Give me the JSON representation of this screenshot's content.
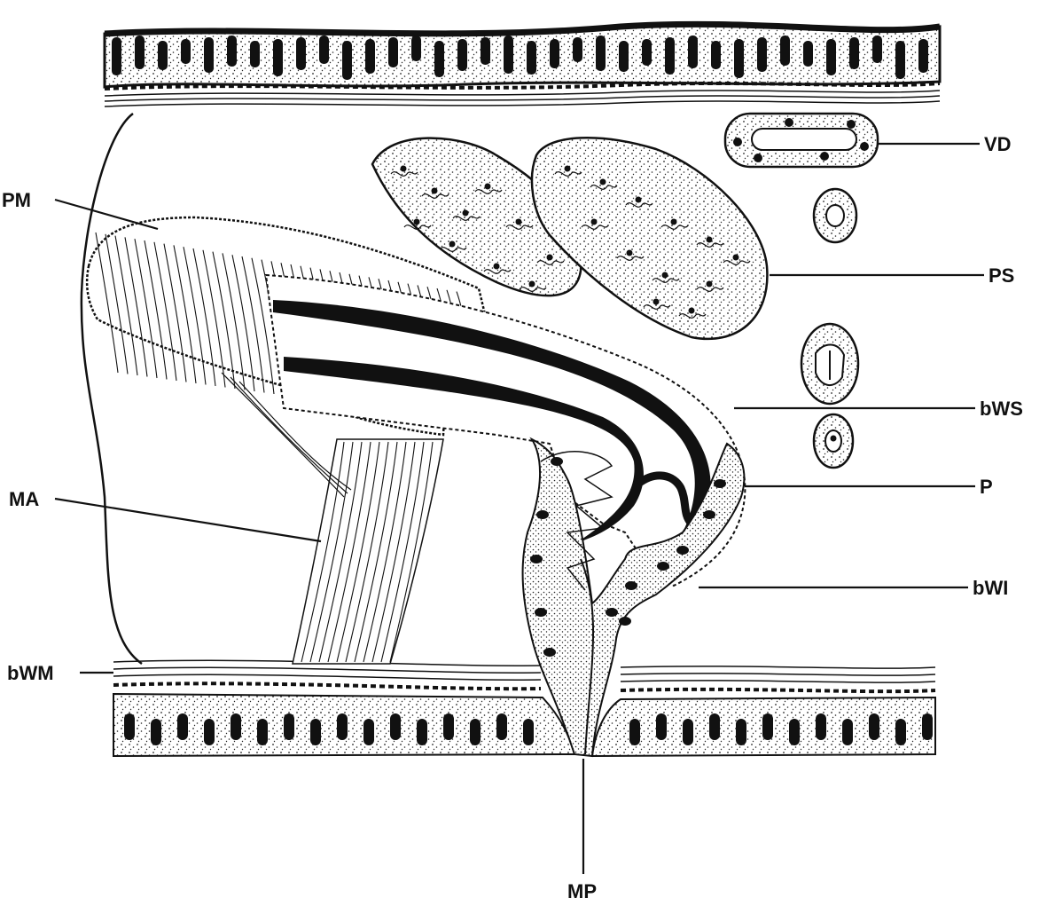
{
  "labels": {
    "pm": "PM",
    "ma": "MA",
    "bwm": "bWM",
    "vd": "VD",
    "ps": "PS",
    "bws": "bWS",
    "p": "P",
    "bwi": "bWI",
    "mp": "MP"
  },
  "colors": {
    "ink": "#111111",
    "paper": "#ffffff"
  }
}
